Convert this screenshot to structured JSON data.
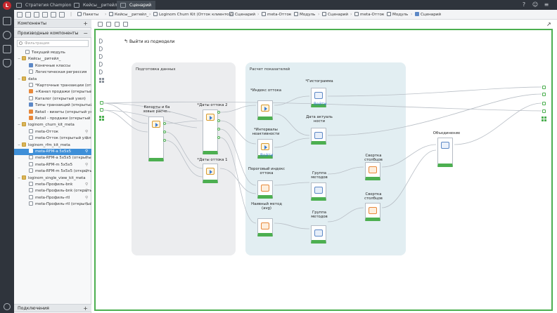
{
  "window": {
    "tabs": [
      {
        "label": "Стратегия Champion",
        "active": false
      },
      {
        "label": "Кейсы__ритейл_",
        "active": false
      },
      {
        "label": "Сценарий",
        "active": true
      }
    ]
  },
  "breadcrumbs": [
    "Пакеты",
    "Кейсы__ритейл_",
    "Loginom Churn Kit (Отток клиентов)",
    "Сценарий",
    "meta-Отток",
    "Модуль",
    "Сценарий",
    "meta-Отток",
    "Модуль",
    "Сценарий"
  ],
  "panel": {
    "components_title": "Компоненты",
    "derived_title": "Производные компоненты",
    "filter_placeholder": "Фильтрация",
    "connections_title": "Подключения",
    "items": [
      {
        "label": "Текущий модуль",
        "indent": 1,
        "type": "none",
        "expand": ""
      },
      {
        "label": "Кейсы__ритейл_",
        "indent": 0,
        "type": "fo",
        "expand": "−"
      },
      {
        "label": "Конечные классы",
        "indent": 2,
        "type": "bl",
        "expand": ""
      },
      {
        "label": "Логистическая регрессия",
        "indent": 2,
        "type": "none",
        "expand": ""
      },
      {
        "label": "data",
        "indent": 0,
        "type": "fo",
        "expand": "−"
      },
      {
        "label": "*Карточные транзакции (отк...",
        "indent": 2,
        "type": "none",
        "expand": ""
      },
      {
        "label": "+Канал продажи (открытый уз...",
        "indent": 2,
        "type": "or",
        "expand": ""
      },
      {
        "label": "Каталог (открытый узел)",
        "indent": 2,
        "type": "none",
        "expand": ""
      },
      {
        "label": "Типы транзакций (открытый ...",
        "indent": 2,
        "type": "bl",
        "expand": ""
      },
      {
        "label": "Retail - визиты (открытый узел)",
        "indent": 2,
        "type": "or",
        "expand": ""
      },
      {
        "label": "Retail - продажи (открытый уз...",
        "indent": 2,
        "type": "or",
        "expand": ""
      },
      {
        "label": "loginom_churn_kit_meta",
        "indent": 0,
        "type": "fo",
        "expand": "−"
      },
      {
        "label": "meta-Отток",
        "indent": 2,
        "type": "none",
        "expand": ""
      },
      {
        "label": "meta-Отток (открытый узел)",
        "indent": 2,
        "type": "none",
        "expand": ""
      },
      {
        "label": "loginom_rfm_kit_meta",
        "indent": 0,
        "type": "fo",
        "expand": "−"
      },
      {
        "label": "meta-RFM-a 5x5x5",
        "indent": 2,
        "type": "none",
        "expand": "",
        "selected": true
      },
      {
        "label": "meta-RFM-a 5x5x5 (открытый ...",
        "indent": 2,
        "type": "none",
        "expand": ""
      },
      {
        "label": "meta-RFM-m 5x5x5",
        "indent": 2,
        "type": "none",
        "expand": ""
      },
      {
        "label": "meta-RFM-m 5x5x5 (открытый ...",
        "indent": 2,
        "type": "none",
        "expand": ""
      },
      {
        "label": "loginom_single_view_kit_meta",
        "indent": 0,
        "type": "fo",
        "expand": "−"
      },
      {
        "label": "meta-Профиль-bnk",
        "indent": 2,
        "type": "none",
        "expand": ""
      },
      {
        "label": "meta-Профиль-bnk (открытый ...",
        "indent": 2,
        "type": "none",
        "expand": ""
      },
      {
        "label": "meta-Профиль-rtl",
        "indent": 2,
        "type": "none",
        "expand": ""
      },
      {
        "label": "meta-Профиль-rtl (открытый уз...",
        "indent": 2,
        "type": "none",
        "expand": ""
      }
    ]
  },
  "canvas": {
    "exit_label": "Выйти из подмодели",
    "group1_title": "Подготовка данных",
    "group2_title": "Расчет показателей",
    "enter_label": "Войти",
    "nodes": {
      "n1": "Когорты и ба зовые расче...",
      "n2": "*Даты оттока 2",
      "n3": "*Даты оттока 1",
      "n4": "*Индекс оттока",
      "n5": "*Интервалы неактивности",
      "n6": "Пороговый индекс оттока",
      "n7": "Наивный метод (avg)",
      "n8": "*Гистограмма",
      "n9": "Дата актуаль ности",
      "n10": "Группа методов",
      "n11": "Группа методов",
      "n12": "Свертка столбцов",
      "n13": "Свертка столбцов",
      "n14": "Объединение"
    }
  },
  "colors": {
    "accent": "#4caf50",
    "selection": "#3e8fd8",
    "brand": "#c8282e"
  }
}
